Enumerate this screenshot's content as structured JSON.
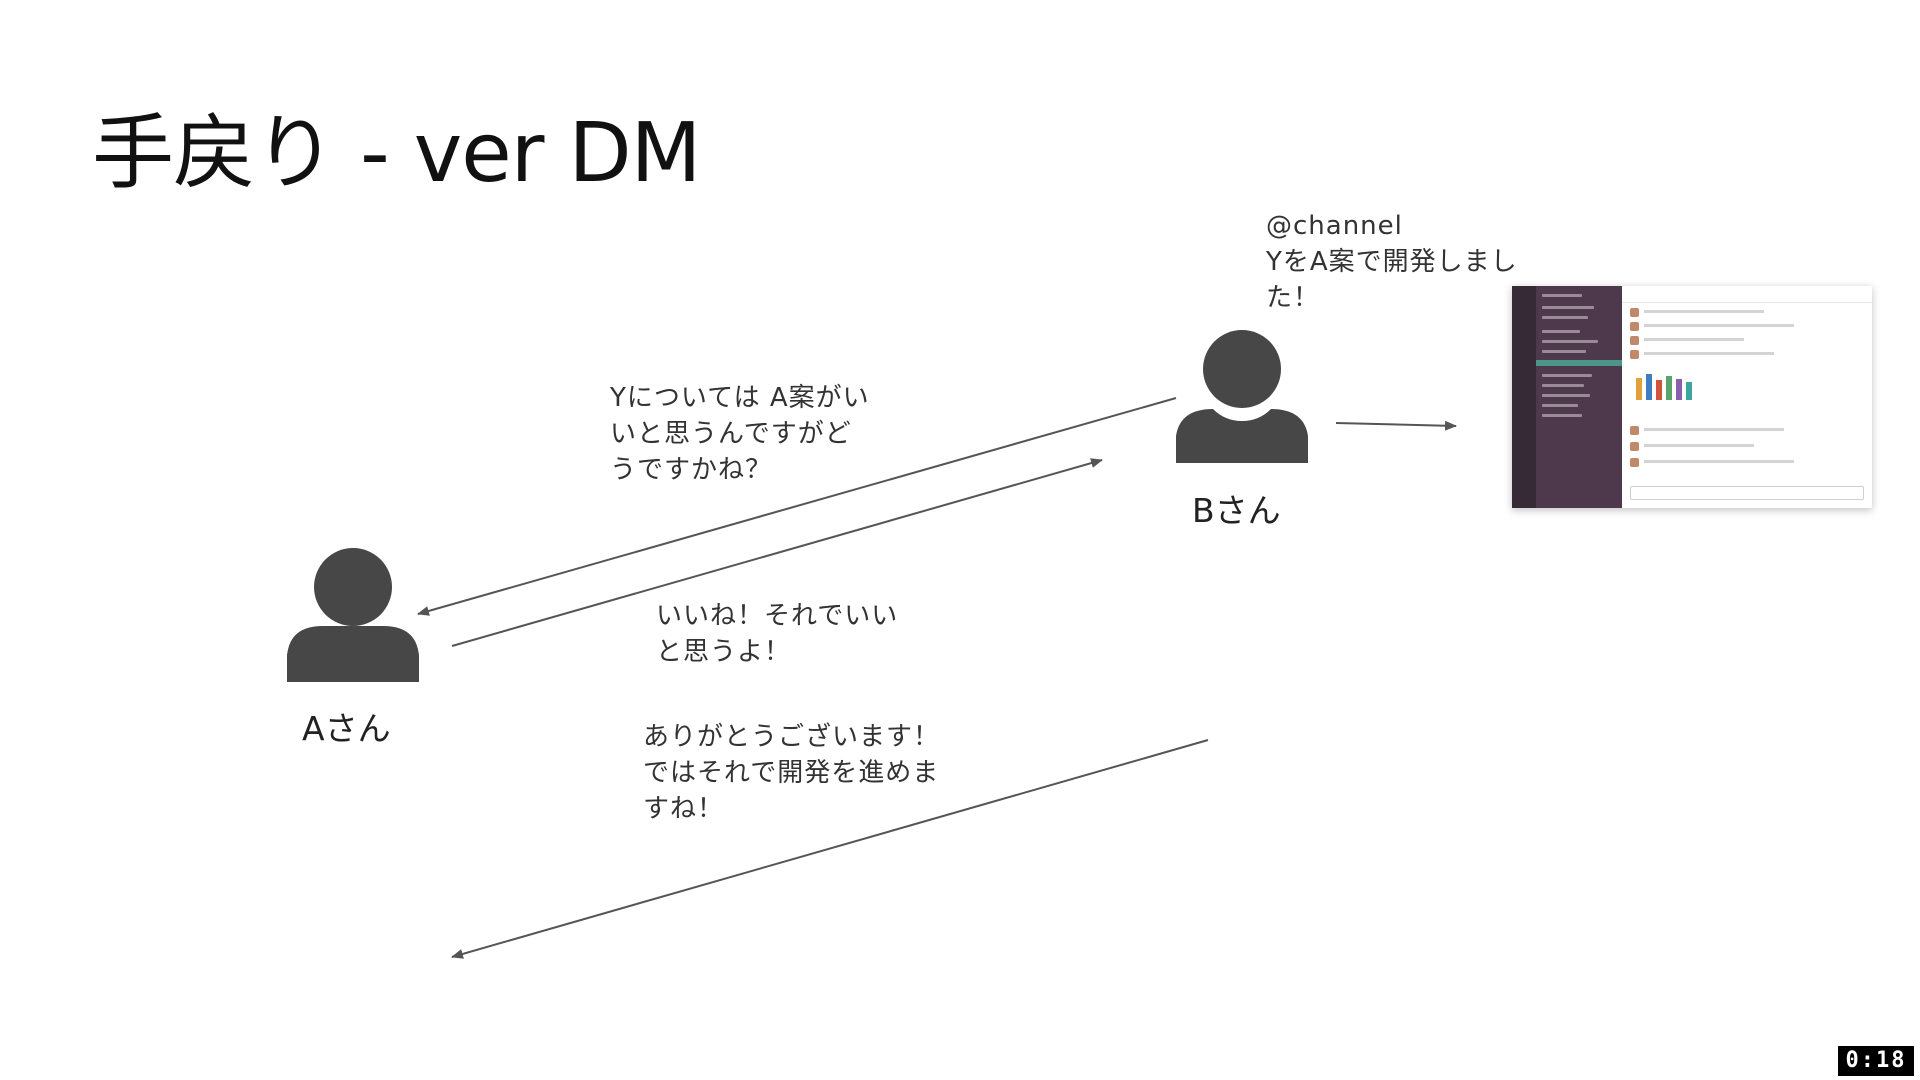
{
  "title": "手戻り - ver DM",
  "nodes": {
    "a": {
      "label": "Aさん"
    },
    "b": {
      "label": "Bさん"
    }
  },
  "messages": {
    "b_to_a": [
      "Yについては A案がい",
      "いと思うんですがど",
      "うですかね？"
    ],
    "a_to_b": [
      "いいね！それでいい",
      "と思うよ！"
    ],
    "b_to_a_thanks": [
      "ありがとうございます！",
      "ではそれで開発を進めま",
      "すね！"
    ],
    "b_to_channel": [
      "@channel",
      "YをA案で開発しまし",
      "た！"
    ]
  },
  "badge": "0:18",
  "colors": {
    "person": "#474747",
    "arrow": "#555555",
    "slack_sidebar": "#4d394b",
    "slack_accent": "#4c9689"
  }
}
